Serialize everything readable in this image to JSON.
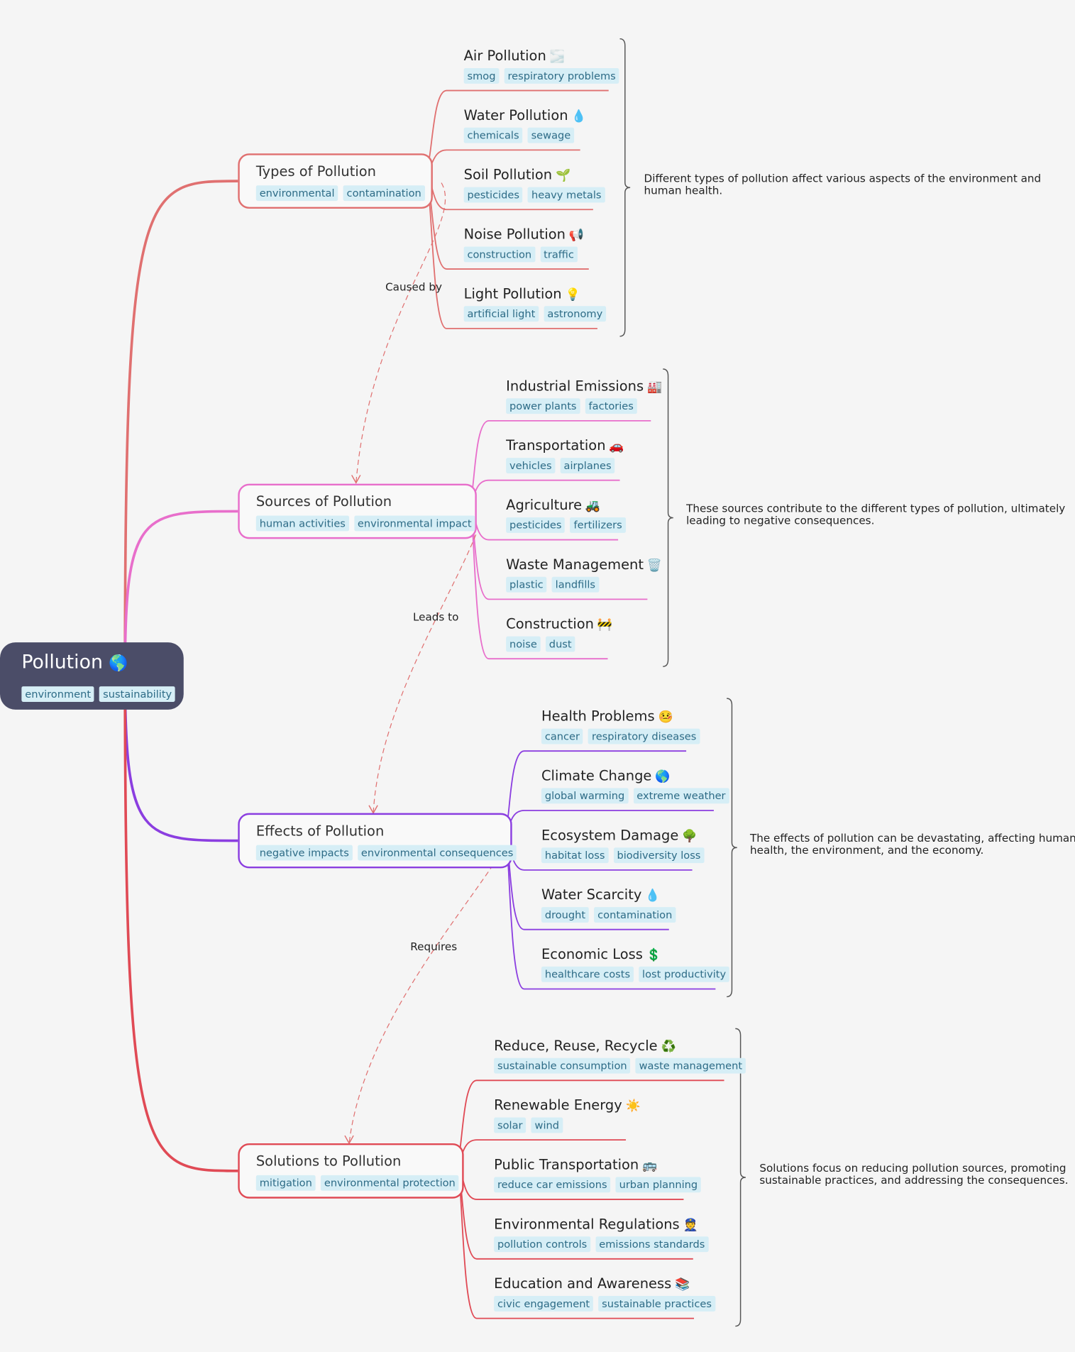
{
  "root": {
    "title": "Pollution",
    "icon": "🌎",
    "tags": [
      "environment",
      "sustainability"
    ]
  },
  "branches": [
    {
      "title": "Types of Pollution",
      "color": "#e07070",
      "tags": [
        "environmental",
        "contamination"
      ],
      "summary": "Different types of pollution affect various aspects of the environment and human health.",
      "children": [
        {
          "title": "Air Pollution",
          "icon": "🌫️",
          "tags": [
            "smog",
            "respiratory problems"
          ]
        },
        {
          "title": "Water Pollution",
          "icon": "💧",
          "tags": [
            "chemicals",
            "sewage"
          ]
        },
        {
          "title": "Soil Pollution",
          "icon": "🌱",
          "tags": [
            "pesticides",
            "heavy metals"
          ]
        },
        {
          "title": "Noise Pollution",
          "icon": "📢",
          "tags": [
            "construction",
            "traffic"
          ]
        },
        {
          "title": "Light Pollution",
          "icon": "💡",
          "tags": [
            "artificial light",
            "astronomy"
          ]
        }
      ]
    },
    {
      "title": "Sources of Pollution",
      "color": "#e86ecb",
      "tags": [
        "human activities",
        "environmental impact"
      ],
      "summary": "These sources contribute to the different types of pollution, ultimately leading to negative consequences.",
      "children": [
        {
          "title": "Industrial Emissions",
          "icon": "🏭",
          "tags": [
            "power plants",
            "factories"
          ]
        },
        {
          "title": "Transportation",
          "icon": "🚗",
          "tags": [
            "vehicles",
            "airplanes"
          ]
        },
        {
          "title": "Agriculture",
          "icon": "🚜",
          "tags": [
            "pesticides",
            "fertilizers"
          ]
        },
        {
          "title": "Waste Management",
          "icon": "🗑️",
          "tags": [
            "plastic",
            "landfills"
          ]
        },
        {
          "title": "Construction",
          "icon": "🚧",
          "tags": [
            "noise",
            "dust"
          ]
        }
      ]
    },
    {
      "title": "Effects of Pollution",
      "color": "#8b3ee0",
      "tags": [
        "negative impacts",
        "environmental consequences"
      ],
      "summary": "The effects of pollution can be devastating, affecting human health, the environment, and the economy.",
      "children": [
        {
          "title": "Health Problems",
          "icon": "🤒",
          "tags": [
            "cancer",
            "respiratory diseases"
          ]
        },
        {
          "title": "Climate Change",
          "icon": "🌎",
          "tags": [
            "global warming",
            "extreme weather"
          ]
        },
        {
          "title": "Ecosystem Damage",
          "icon": "🌳",
          "tags": [
            "habitat loss",
            "biodiversity loss"
          ]
        },
        {
          "title": "Water Scarcity",
          "icon": "💧",
          "tags": [
            "drought",
            "contamination"
          ]
        },
        {
          "title": "Economic Loss",
          "icon": "💲",
          "tags": [
            "healthcare costs",
            "lost productivity"
          ]
        }
      ]
    },
    {
      "title": "Solutions to Pollution",
      "color": "#e04a55",
      "tags": [
        "mitigation",
        "environmental protection"
      ],
      "summary": "Solutions focus on reducing pollution sources, promoting sustainable practices, and addressing the consequences.",
      "children": [
        {
          "title": "Reduce, Reuse, Recycle",
          "icon": "♻️",
          "tags": [
            "sustainable consumption",
            "waste management"
          ]
        },
        {
          "title": "Renewable Energy",
          "icon": "☀️",
          "tags": [
            "solar",
            "wind"
          ]
        },
        {
          "title": "Public Transportation",
          "icon": "🚌",
          "tags": [
            "reduce car emissions",
            "urban planning"
          ]
        },
        {
          "title": "Environmental Regulations",
          "icon": "👮",
          "tags": [
            "pollution controls",
            "emissions standards"
          ]
        },
        {
          "title": "Education and Awareness",
          "icon": "📚",
          "tags": [
            "civic engagement",
            "sustainable practices"
          ]
        }
      ]
    }
  ],
  "relationships": [
    {
      "label": "Caused by"
    },
    {
      "label": "Leads to"
    },
    {
      "label": "Requires"
    }
  ]
}
